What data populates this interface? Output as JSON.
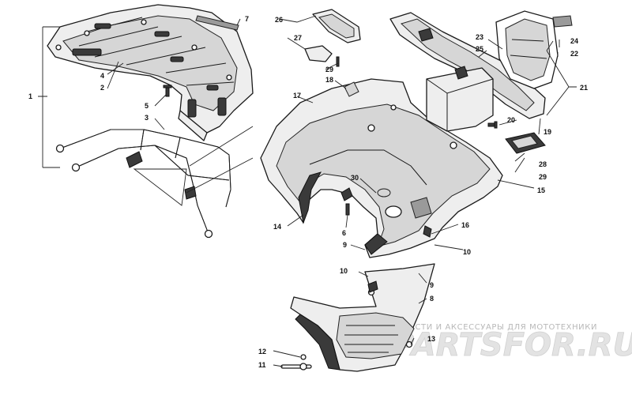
{
  "callouts": {
    "c1": "1",
    "c2": "2",
    "c3": "3",
    "c4": "4",
    "c5": "5",
    "c6": "6",
    "c7": "7",
    "c8": "8",
    "c9a": "9",
    "c9b": "9",
    "c10a": "10",
    "c10b": "10",
    "c11": "11",
    "c12": "12",
    "c13": "13",
    "c14": "14",
    "c15": "15",
    "c16": "16",
    "c17": "17",
    "c18": "18",
    "c19": "19",
    "c20": "20",
    "c21": "21",
    "c22": "22",
    "c23": "23",
    "c24": "24",
    "c25": "25",
    "c26": "26",
    "c27": "27",
    "c28": "28",
    "c29a": "29",
    "c29b": "29",
    "c30": "30"
  },
  "watermark": {
    "tagline": "ЗАПЧАСТИ И АКСЕССУАРЫ ДЛЯ МОТОТЕХНИКИ",
    "logo": "PARTSFOR.RU"
  }
}
